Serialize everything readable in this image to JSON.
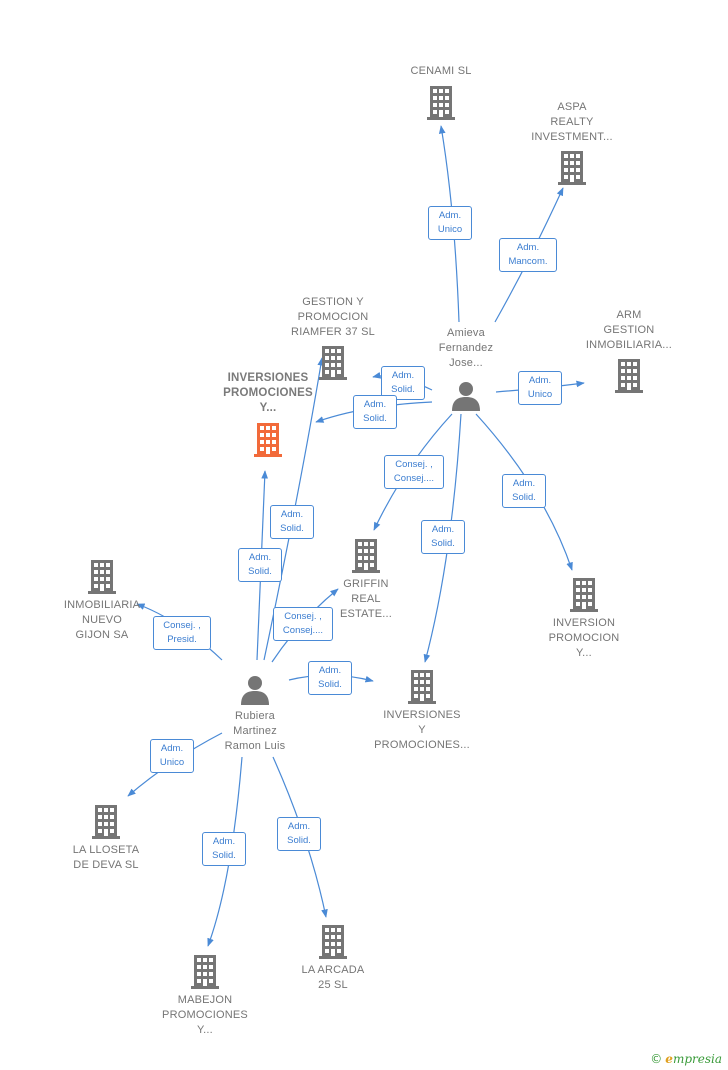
{
  "colors": {
    "company": "#757575",
    "company_focus": "#f26a3a",
    "person": "#757575",
    "edge": "#4a8ad6",
    "edge_text": "#3b7dd0"
  },
  "nodes": [
    {
      "id": "cenami",
      "type": "company",
      "icon": "building-icon",
      "lines": [
        "CENAMI  SL"
      ]
    },
    {
      "id": "aspa",
      "type": "company",
      "icon": "building-icon",
      "lines": [
        "ASPA",
        "REALTY",
        "INVESTMENT..."
      ]
    },
    {
      "id": "gestion",
      "type": "company",
      "icon": "building-icon",
      "lines": [
        "GESTION Y",
        "PROMOCION",
        "RIAMFER 37 SL"
      ]
    },
    {
      "id": "amieva",
      "type": "person",
      "icon": "person-icon",
      "lines": [
        "Amieva",
        "Fernandez",
        "Jose..."
      ]
    },
    {
      "id": "arm",
      "type": "company",
      "icon": "building-icon",
      "lines": [
        "ARM",
        "GESTION",
        "INMOBILIARIA..."
      ]
    },
    {
      "id": "inversiones_focus",
      "type": "company",
      "focus": true,
      "icon": "building-icon",
      "lines": [
        "INVERSIONES",
        "PROMOCIONES",
        "Y..."
      ]
    },
    {
      "id": "griffin",
      "type": "company",
      "icon": "building-icon",
      "lines": [
        "GRIFFIN",
        "REAL",
        "ESTATE..."
      ]
    },
    {
      "id": "inmobiliaria",
      "type": "company",
      "icon": "building-icon",
      "lines": [
        "INMOBILIARIA",
        "NUEVO",
        "GIJON SA"
      ]
    },
    {
      "id": "inversion_promocion",
      "type": "company",
      "icon": "building-icon",
      "lines": [
        "INVERSION",
        "PROMOCION",
        "Y..."
      ]
    },
    {
      "id": "inversiones_y",
      "type": "company",
      "icon": "building-icon",
      "lines": [
        "INVERSIONES",
        "Y",
        "PROMOCIONES..."
      ]
    },
    {
      "id": "rubiera",
      "type": "person",
      "icon": "person-icon",
      "lines": [
        "Rubiera",
        "Martinez",
        "Ramon Luis"
      ]
    },
    {
      "id": "lloseta",
      "type": "company",
      "icon": "building-icon",
      "lines": [
        "LA LLOSETA",
        "DE DEVA SL"
      ]
    },
    {
      "id": "arcada",
      "type": "company",
      "icon": "building-icon",
      "lines": [
        "LA ARCADA",
        "25 SL"
      ]
    },
    {
      "id": "mabejon",
      "type": "company",
      "icon": "building-icon",
      "lines": [
        "MABEJON",
        "PROMOCIONES",
        "Y..."
      ]
    }
  ],
  "edges": [
    {
      "id": "e1",
      "from": "amieva",
      "to": "cenami",
      "lines": [
        "Adm.",
        "Unico"
      ]
    },
    {
      "id": "e2",
      "from": "amieva",
      "to": "aspa",
      "lines": [
        "Adm.",
        "Mancom."
      ]
    },
    {
      "id": "e3",
      "from": "amieva",
      "to": "gestion",
      "lines": [
        "Adm.",
        "Solid."
      ]
    },
    {
      "id": "e4",
      "from": "amieva",
      "to": "gestion",
      "lines": [
        "Adm.",
        "Solid."
      ]
    },
    {
      "id": "e5",
      "from": "amieva",
      "to": "arm",
      "lines": [
        "Adm.",
        "Unico"
      ]
    },
    {
      "id": "e6",
      "from": "amieva",
      "to": "griffin",
      "lines": [
        "Consej. ,",
        "Consej...."
      ]
    },
    {
      "id": "e7",
      "from": "amieva",
      "to": "inversiones_y",
      "lines": [
        "Adm.",
        "Solid."
      ]
    },
    {
      "id": "e8",
      "from": "amieva",
      "to": "inversion_promocion",
      "lines": [
        "Adm.",
        "Solid."
      ]
    },
    {
      "id": "e9",
      "from": "rubiera",
      "to": "gestion",
      "lines": [
        "Adm.",
        "Solid."
      ]
    },
    {
      "id": "e10",
      "from": "rubiera",
      "to": "inversiones_focus",
      "lines": [
        "Adm.",
        "Solid."
      ]
    },
    {
      "id": "e11",
      "from": "rubiera",
      "to": "inmobiliaria",
      "lines": [
        "Consej. ,",
        "Presid."
      ]
    },
    {
      "id": "e12",
      "from": "rubiera",
      "to": "griffin",
      "lines": [
        "Consej. ,",
        "Consej...."
      ]
    },
    {
      "id": "e13",
      "from": "rubiera",
      "to": "inversiones_y",
      "lines": [
        "Adm.",
        "Solid."
      ]
    },
    {
      "id": "e14",
      "from": "rubiera",
      "to": "lloseta",
      "lines": [
        "Adm.",
        "Unico"
      ]
    },
    {
      "id": "e15",
      "from": "rubiera",
      "to": "mabejon",
      "lines": [
        "Adm.",
        "Solid."
      ]
    },
    {
      "id": "e16",
      "from": "rubiera",
      "to": "arcada",
      "lines": [
        "Adm.",
        "Solid."
      ]
    }
  ],
  "footer": {
    "copyright": "©",
    "brand_initial": "e",
    "brand_rest": "mpresia"
  }
}
